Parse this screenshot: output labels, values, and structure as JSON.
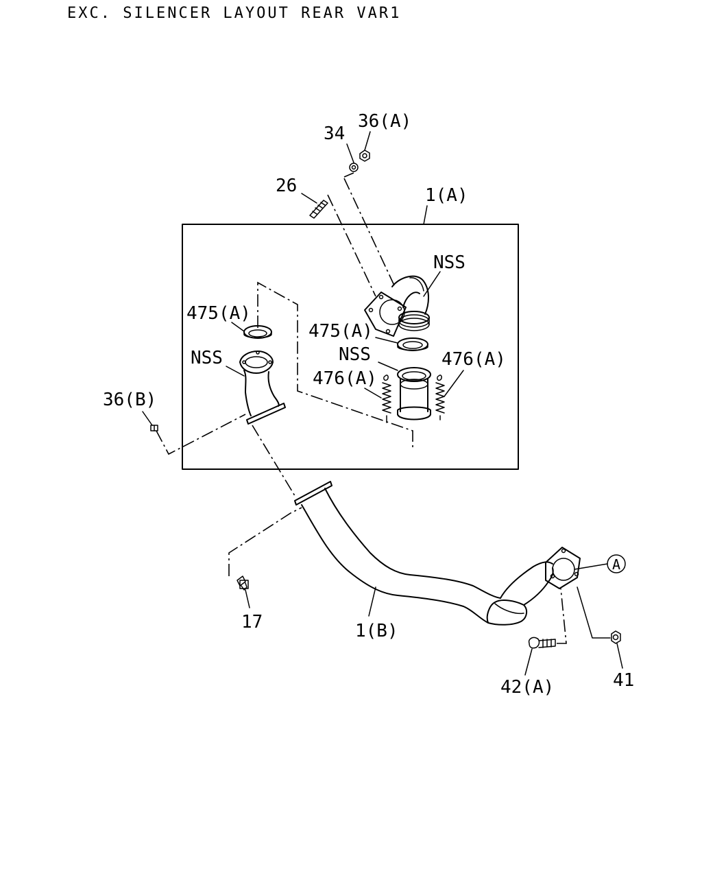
{
  "title": "EXC. SILENCER LAYOUT REAR VAR1",
  "labels": {
    "p34": "34",
    "p36a": "36(A)",
    "p26": "26",
    "p1a": "1(A)",
    "nss_top": "NSS",
    "p475a_left": "475(A)",
    "p475a_right": "475(A)",
    "nss_left": "NSS",
    "nss_mid": "NSS",
    "p476a_left": "476(A)",
    "p476a_right": "476(A)",
    "p36b": "36(B)",
    "p17": "17",
    "p1b": "1(B)",
    "p42a": "42(A)",
    "p41": "41",
    "ref_a": "A"
  }
}
